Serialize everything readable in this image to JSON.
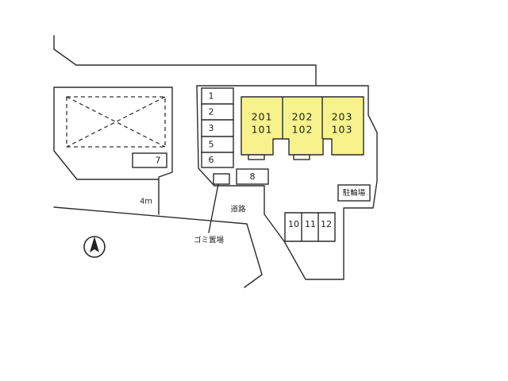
{
  "colors": {
    "building": "#f7f28c",
    "line": "#2b2b2b",
    "background": "#ffffff"
  },
  "icons": {
    "compass": "north-arrow-icon"
  },
  "parking_left": [
    "1",
    "2",
    "3",
    "5",
    "6"
  ],
  "parking_7": "7",
  "parking_8": "8",
  "parking_right": [
    "10",
    "11",
    "12"
  ],
  "units": [
    {
      "upper": "201",
      "lower": "101"
    },
    {
      "upper": "202",
      "lower": "102"
    },
    {
      "upper": "203",
      "lower": "103"
    }
  ],
  "labels": {
    "road_width": "4ｍ",
    "road": "道路",
    "garbage": "ゴミ置場",
    "bicycle": "駐輪場"
  }
}
